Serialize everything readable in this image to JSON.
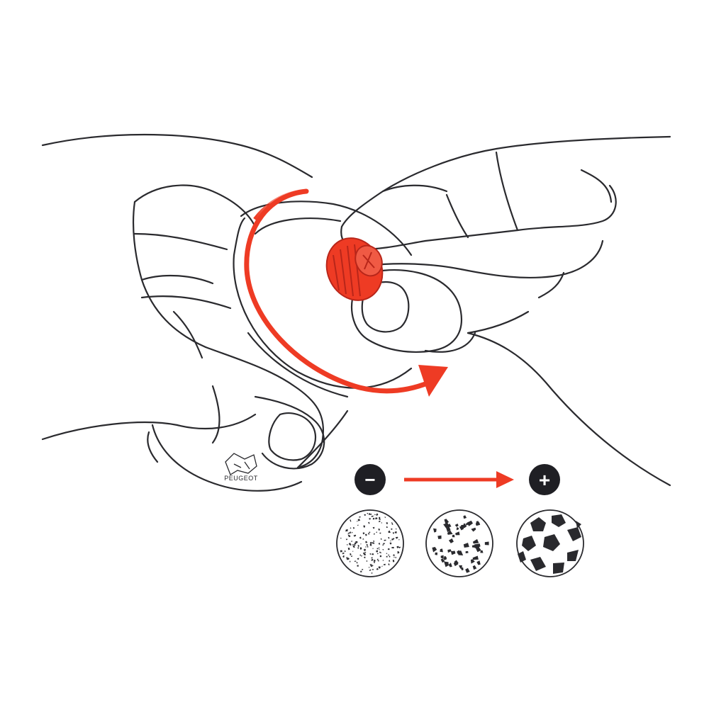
{
  "brand": {
    "logo_text": "PEUGEOT"
  },
  "colors": {
    "ink": "#2a2a2e",
    "accent": "#ee3b24",
    "accent_dark": "#b8261a",
    "background": "#ffffff",
    "badge": "#1f1f24"
  },
  "scale": {
    "minus_symbol": "−",
    "plus_symbol": "+",
    "grind_levels": [
      "fine",
      "medium",
      "coarse"
    ]
  },
  "icons": [
    "rotation-arrow-icon",
    "adjustment-knob-icon",
    "minus-icon",
    "plus-icon",
    "right-arrow-icon"
  ]
}
